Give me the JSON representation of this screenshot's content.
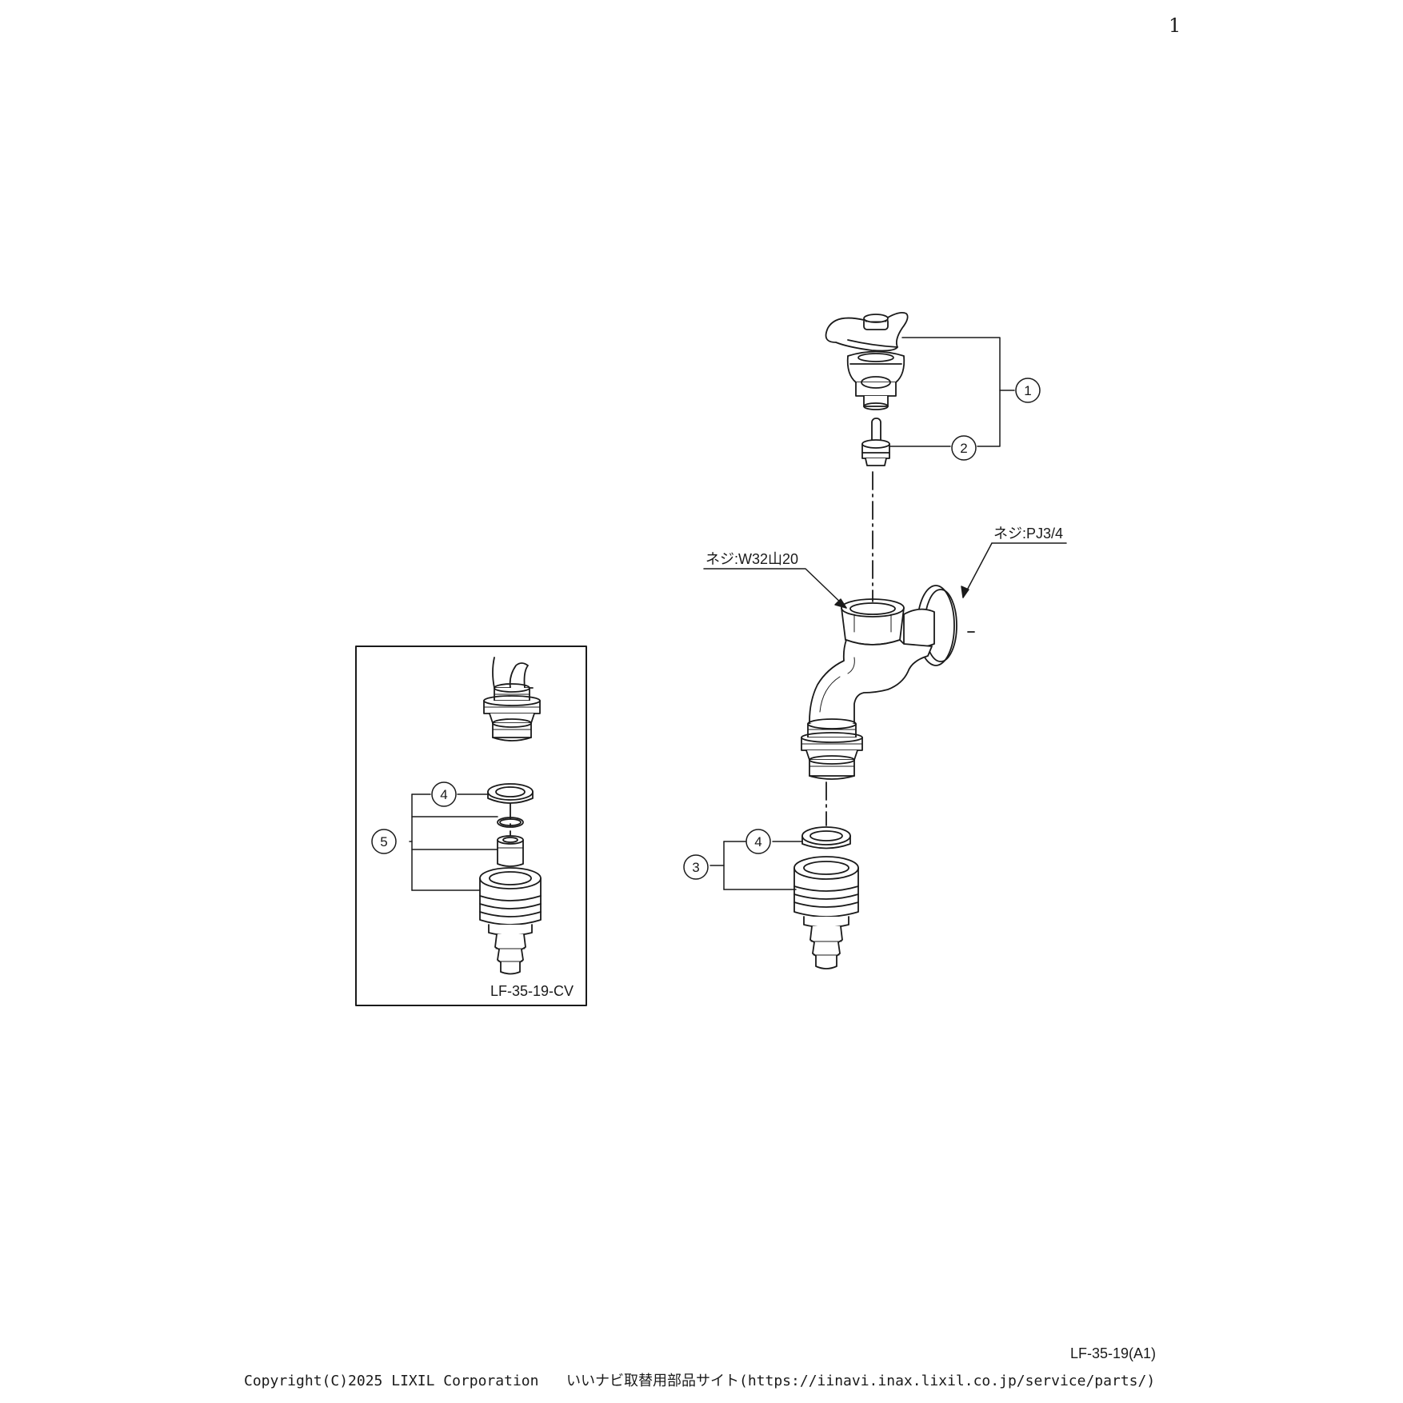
{
  "page_number": "1",
  "labels": {
    "thread_w32": "ネジ:W32山20",
    "thread_pj": "ネジ:PJ3/4",
    "inset_title": "LF-35-19-CV"
  },
  "callouts": {
    "c1": "1",
    "c2": "2",
    "c3": "3",
    "c4_main": "4",
    "c4_inset": "4",
    "c5": "5"
  },
  "footer": {
    "doc_code": "LF-35-19(A1)",
    "copyright": "Copyright(C)2025 LIXIL Corporation",
    "site": "いいナビ取替用部品サイト(https://iinavi.inax.lixil.co.jp/service/parts/)"
  }
}
